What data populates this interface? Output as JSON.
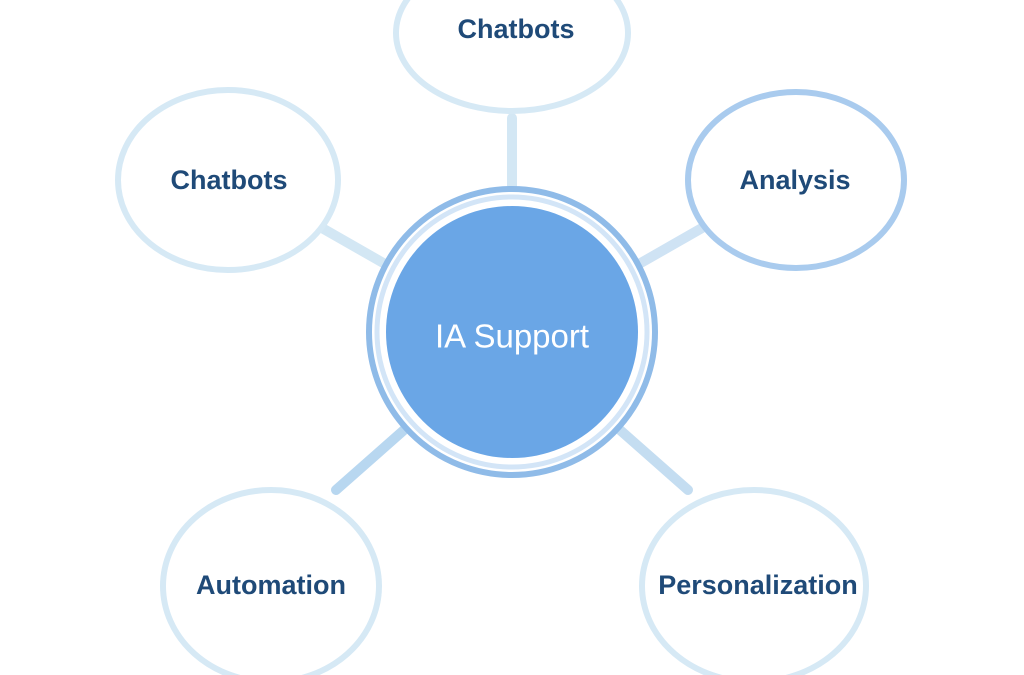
{
  "diagram": {
    "center": {
      "label": "IA Support",
      "color": "#6aa6e6"
    },
    "nodes": [
      {
        "id": "top",
        "label": "Chatbots"
      },
      {
        "id": "upper-left",
        "label": "Chatbots"
      },
      {
        "id": "upper-right",
        "label": "Analysis"
      },
      {
        "id": "lower-left",
        "label": "Automation"
      },
      {
        "id": "lower-right",
        "label": "Personalization"
      }
    ],
    "colors": {
      "node_stroke_light": "#d6e9f5",
      "node_stroke_medium": "#a9cbee",
      "connector": "#d3e7f4",
      "label_text": "#1f4a78",
      "center_ring": "#8fbbe8"
    }
  }
}
